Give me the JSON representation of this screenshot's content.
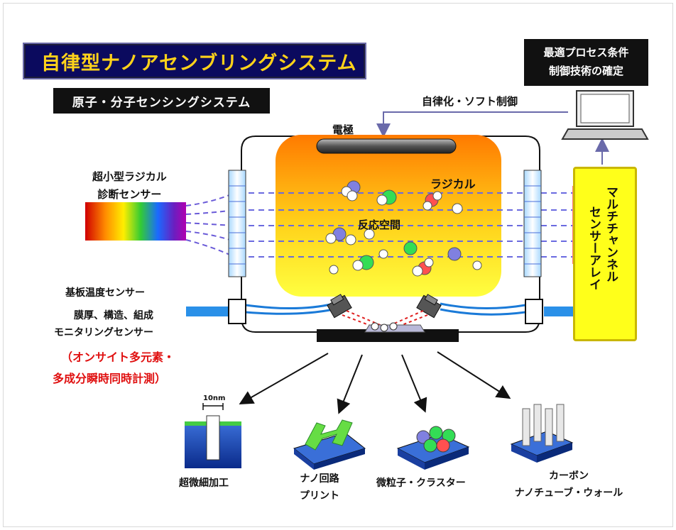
{
  "title": "自律型ナノアセンブリングシステム",
  "subtitle": "原子・分子センシングシステム",
  "process_box": {
    "line1": "最適プロセス条件",
    "line2": "制御技術の確定"
  },
  "control_label": "自律化・ソフト制御",
  "electrode_label": "電極",
  "radical_label": "ラジカル",
  "reaction_space_label": "反応空間",
  "diag_sensor": {
    "line1": "超小型ラジカル",
    "line2": "診断センサー"
  },
  "substrate_temp_sensor": "基板温度センサー",
  "monitoring_sensor": {
    "line1": "膜厚、構造、組成",
    "line2": "モニタリングセンサー"
  },
  "onsite_note": {
    "line1": "（オンサイト多元素・",
    "line2": "多成分瞬時同時計測）"
  },
  "multichannel": {
    "line1": "マルチチャンネル",
    "line2": "センサーアレイ"
  },
  "scale_label": "10nm",
  "applications": [
    {
      "line1": "超微細加工",
      "line2": ""
    },
    {
      "line1": "ナノ回路",
      "line2": "プリント"
    },
    {
      "line1": "微粒子・クラスター",
      "line2": ""
    },
    {
      "line1": "カーボン",
      "line2": "ナノチューブ・ウォール"
    }
  ],
  "colors": {
    "title_bg": "#0b0a5e",
    "title_text": "#ffd21a",
    "chamber_top": "#ff7a00",
    "chamber_bottom": "#ffff40",
    "panel": "#ffff1a",
    "note_red": "#e01010"
  }
}
